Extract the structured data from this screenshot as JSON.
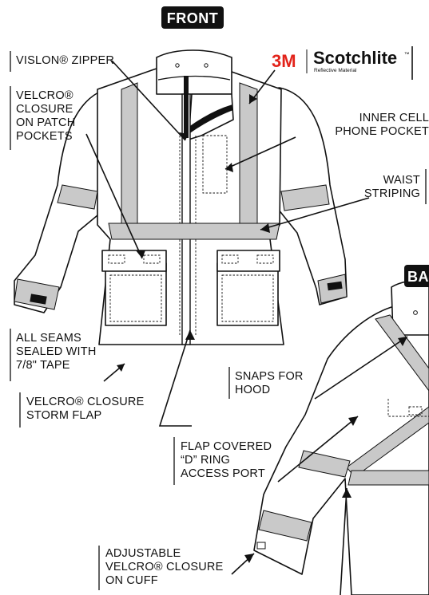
{
  "headers": {
    "front": "FRONT",
    "back": "BA"
  },
  "brand": {
    "mark": "3M",
    "name": "Scotchlite",
    "tm": "™",
    "tagline": "Reflective Material"
  },
  "labels": {
    "vislon_zipper": [
      "VISLON® ZIPPER"
    ],
    "velcro_patch_pockets": [
      "VELCRO®",
      "CLOSURE",
      "ON PATCH",
      "POCKETS"
    ],
    "inner_cell_pocket": [
      "INNER CELL",
      "PHONE POCKET"
    ],
    "waist_striping": [
      "WAIST",
      "STRIPING"
    ],
    "all_seams_sealed": [
      "ALL SEAMS",
      "SEALED WITH",
      "7/8\" TAPE"
    ],
    "velcro_storm_flap": [
      "VELCRO® CLOSURE",
      "STORM FLAP"
    ],
    "snaps_for_hood": [
      "SNAPS FOR",
      "HOOD"
    ],
    "d_ring_port": [
      "FLAP COVERED",
      "“D” RING",
      "ACCESS PORT"
    ],
    "adjustable_cuff": [
      "ADJUSTABLE",
      "VELCRO® CLOSURE",
      "ON CUFF"
    ]
  },
  "colors": {
    "reflective_tape": "#c9c9c9",
    "outline": "#111111",
    "brand_red": "#e2231a"
  }
}
